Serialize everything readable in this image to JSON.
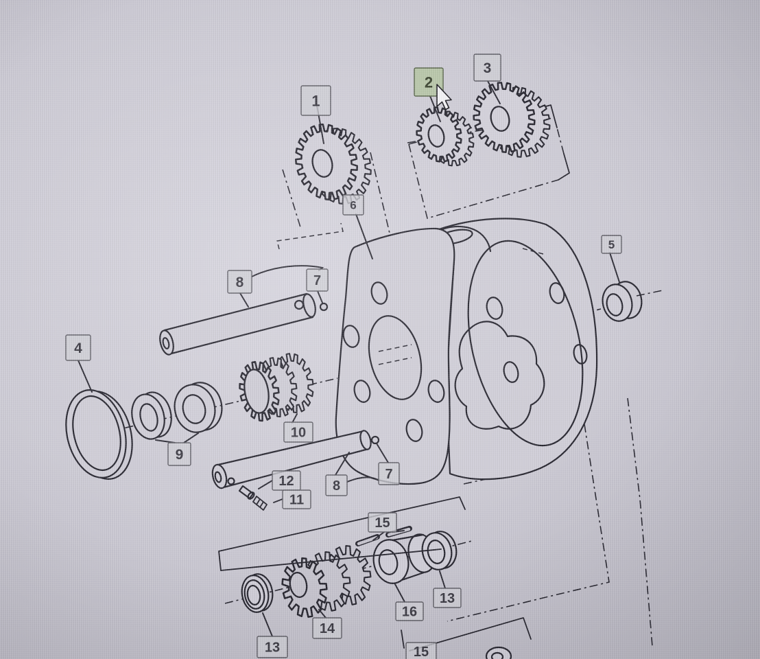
{
  "diagram": {
    "type": "exploded-parts-diagram",
    "callouts": [
      {
        "id": "1",
        "label": "1",
        "selected": false
      },
      {
        "id": "2",
        "label": "2",
        "selected": true
      },
      {
        "id": "3",
        "label": "3",
        "selected": false
      },
      {
        "id": "5",
        "label": "5",
        "selected": false
      },
      {
        "id": "6",
        "label": "6",
        "selected": false
      },
      {
        "id": "8-upper",
        "label": "8",
        "selected": false
      },
      {
        "id": "7-upper",
        "label": "7",
        "selected": false
      },
      {
        "id": "4",
        "label": "4",
        "selected": false
      },
      {
        "id": "10",
        "label": "10",
        "selected": false
      },
      {
        "id": "9",
        "label": "9",
        "selected": false
      },
      {
        "id": "12",
        "label": "12",
        "selected": false
      },
      {
        "id": "11",
        "label": "11",
        "selected": false
      },
      {
        "id": "8-lower",
        "label": "8",
        "selected": false
      },
      {
        "id": "7-lower",
        "label": "7",
        "selected": false
      },
      {
        "id": "15-upper",
        "label": "15",
        "selected": false
      },
      {
        "id": "13-left",
        "label": "13",
        "selected": false
      },
      {
        "id": "14",
        "label": "14",
        "selected": false
      },
      {
        "id": "16",
        "label": "16",
        "selected": false
      },
      {
        "id": "13-right",
        "label": "13",
        "selected": false
      },
      {
        "id": "15-lower",
        "label": "15",
        "selected": false
      }
    ],
    "cursor": {
      "icon": "arrow-cursor-icon"
    },
    "colors": {
      "line_art": "#26252f",
      "paper": "#d1cfd9",
      "callout_bg": "#d0cfd6",
      "callout_border": "#5f5e66",
      "callout_text": "#3b3a43",
      "selected_callout_bg": "#b5c6a2",
      "selected_callout_border": "#566349",
      "selected_callout_text": "#39422e",
      "screen_center": "#d8d6e0",
      "screen_edge": "#a7a5b0",
      "cursor_fill": "#f4f3f7",
      "cursor_outline": "#1c1b22"
    }
  }
}
